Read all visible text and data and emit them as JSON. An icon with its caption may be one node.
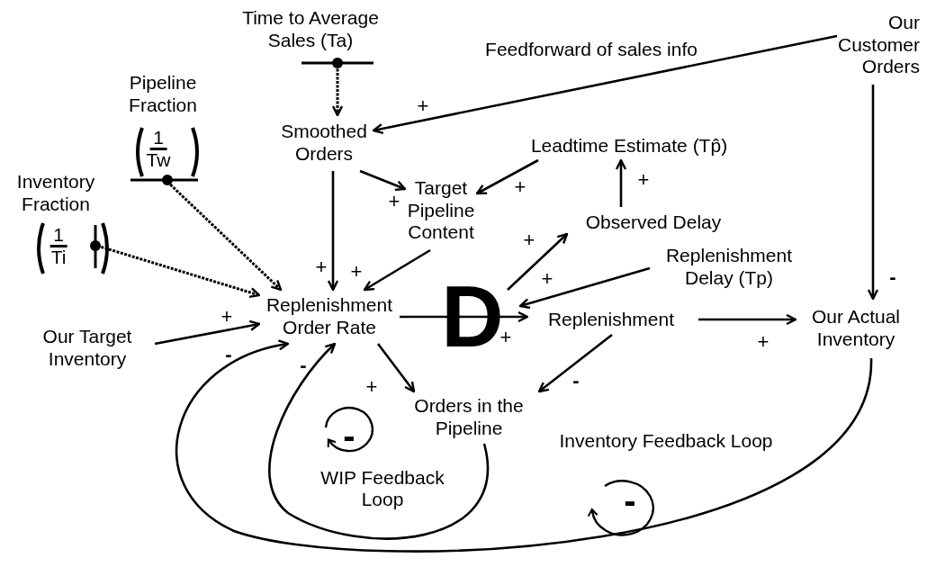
{
  "diagram": {
    "nodes": [
      {
        "text": [
          "Time to Average Sales (Ta)"
        ]
      },
      {
        "text": [
          "Smoothed Orders"
        ]
      },
      {
        "text": [
          "Pipeline Fraction",
          "1",
          "Tw"
        ]
      },
      {
        "text": [
          "Inventory Fraction",
          "1",
          "Ti"
        ]
      },
      {
        "text": [
          "Target Pipeline Content"
        ]
      },
      {
        "text": [
          "Leadtime Estimate (Tp̂)"
        ]
      },
      {
        "text": [
          "Observed Delay"
        ]
      },
      {
        "text": [
          "Replenishment Delay (Tp)"
        ]
      },
      {
        "text": [
          "Our Customer Orders"
        ]
      },
      {
        "text": [
          "Replenishment Order Rate"
        ]
      },
      {
        "text": [
          "Our Target Inventory"
        ]
      },
      {
        "text": [
          "Replenishment"
        ]
      },
      {
        "text": [
          "Our Actual Inventory"
        ]
      },
      {
        "text": [
          "Orders in the Pipeline"
        ]
      }
    ],
    "edges": [
      {
        "from": 0,
        "to": 1,
        "arrow": "to",
        "style": "dashed"
      },
      {
        "from": 2,
        "to": 9,
        "arrow": "to",
        "style": "dashed"
      },
      {
        "from": 3,
        "to": 9,
        "arrow": "to",
        "style": "dashed"
      },
      {
        "from": 8,
        "to": 1,
        "arrow": "to"
      },
      {
        "from": 1,
        "to": 4,
        "arrow": "to"
      },
      {
        "from": 1,
        "to": 9,
        "arrow": "to"
      },
      {
        "from": 5,
        "to": 4,
        "arrow": "to"
      },
      {
        "from": 4,
        "to": 9,
        "arrow": "to"
      },
      {
        "from": 6,
        "to": 5,
        "arrow": "to"
      },
      {
        "from": 11,
        "to": 6,
        "arrow": "to"
      },
      {
        "from": 7,
        "to": 11,
        "arrow": "to"
      },
      {
        "from": 9,
        "to": 11,
        "arrow": "to"
      },
      {
        "from": 11,
        "to": 12,
        "arrow": "to"
      },
      {
        "from": 8,
        "to": 12,
        "arrow": "to"
      },
      {
        "from": 9,
        "to": 13,
        "arrow": "to"
      },
      {
        "from": 11,
        "to": 13,
        "arrow": "to"
      },
      {
        "from": 10,
        "to": 9,
        "arrow": "to"
      },
      {
        "from": 12,
        "to": 9,
        "arrow": "to"
      },
      {
        "from": 13,
        "to": 9,
        "arrow": "to"
      }
    ],
    "labels": [
      "Feedforward of sales info",
      "+",
      "+",
      "+",
      "+",
      "+",
      "+",
      "+",
      "+",
      "-",
      "+",
      "D",
      "+",
      "+",
      "-",
      "-",
      "+",
      "-",
      "-",
      "Inventory Feedback Loop",
      "WIP Feedback Loop",
      "-"
    ]
  }
}
